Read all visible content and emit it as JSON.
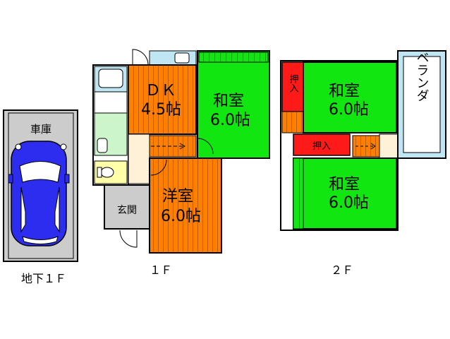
{
  "garage": {
    "label": "車庫"
  },
  "floors": {
    "basement": {
      "label": "地下１Ｆ"
    },
    "first": {
      "label": "１Ｆ"
    },
    "second": {
      "label": "２Ｆ"
    }
  },
  "rooms": {
    "dk": {
      "name": "ＤＫ",
      "size": "4.5帖"
    },
    "washitsu_1f": {
      "name": "和室",
      "size": "6.0帖"
    },
    "youshitsu": {
      "name": "洋室",
      "size": "6.0帖"
    },
    "genkan": {
      "name": "玄関"
    },
    "washitsu_2f_upper": {
      "name": "和室",
      "size": "6.0帖"
    },
    "washitsu_2f_lower": {
      "name": "和室",
      "size": "6.0帖"
    },
    "oshiire_upper": {
      "label": "押入"
    },
    "oshiire_lower": {
      "label": "押入"
    },
    "veranda": {
      "label": "ベランダ"
    }
  },
  "colors": {
    "orange": "#ff8000",
    "green": "#11e611",
    "red": "#ff1a1a",
    "gray": "#cccccc",
    "light_blue": "#bfe6f2",
    "light_green": "#ccf5cc",
    "yellow": "#ffffaa",
    "cream": "#fff0d8",
    "car_blue": "#2d2df0"
  }
}
